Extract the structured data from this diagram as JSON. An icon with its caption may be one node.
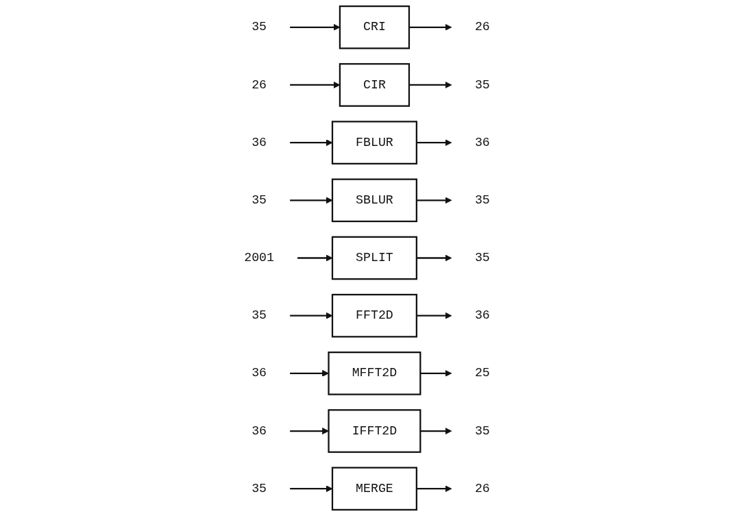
{
  "diagram": {
    "nodes": [
      {
        "text": [
          "35"
        ]
      },
      {
        "text": [
          "CRI"
        ]
      },
      {
        "text": [
          "26"
        ]
      },
      {
        "text": [
          "26"
        ]
      },
      {
        "text": [
          "CIR"
        ]
      },
      {
        "text": [
          "35"
        ]
      },
      {
        "text": [
          "36"
        ]
      },
      {
        "text": [
          "FBLUR"
        ]
      },
      {
        "text": [
          "36"
        ]
      },
      {
        "text": [
          "35"
        ]
      },
      {
        "text": [
          "SBLUR"
        ]
      },
      {
        "text": [
          "35"
        ]
      },
      {
        "text": [
          "2001"
        ]
      },
      {
        "text": [
          "SPLIT"
        ]
      },
      {
        "text": [
          "35"
        ]
      },
      {
        "text": [
          "35"
        ]
      },
      {
        "text": [
          "FFT2D"
        ]
      },
      {
        "text": [
          "36"
        ]
      },
      {
        "text": [
          "36"
        ]
      },
      {
        "text": [
          "MFFT2D"
        ]
      },
      {
        "text": [
          "25"
        ]
      },
      {
        "text": [
          "36"
        ]
      },
      {
        "text": [
          "IFFT2D"
        ]
      },
      {
        "text": [
          "35"
        ]
      },
      {
        "text": [
          "35"
        ]
      },
      {
        "text": [
          "MERGE"
        ]
      },
      {
        "text": [
          "26"
        ]
      }
    ],
    "edges": [
      {
        "from": 0,
        "to": 1,
        "arrow": "to"
      },
      {
        "from": 1,
        "to": 2,
        "arrow": "to"
      },
      {
        "from": 3,
        "to": 4,
        "arrow": "to"
      },
      {
        "from": 4,
        "to": 5,
        "arrow": "to"
      },
      {
        "from": 6,
        "to": 7,
        "arrow": "to"
      },
      {
        "from": 7,
        "to": 8,
        "arrow": "to"
      },
      {
        "from": 9,
        "to": 10,
        "arrow": "to"
      },
      {
        "from": 10,
        "to": 11,
        "arrow": "to"
      },
      {
        "from": 12,
        "to": 13,
        "arrow": "to"
      },
      {
        "from": 13,
        "to": 14,
        "arrow": "to"
      },
      {
        "from": 15,
        "to": 16,
        "arrow": "to"
      },
      {
        "from": 16,
        "to": 17,
        "arrow": "to"
      },
      {
        "from": 18,
        "to": 19,
        "arrow": "to"
      },
      {
        "from": 19,
        "to": 20,
        "arrow": "to"
      },
      {
        "from": 21,
        "to": 22,
        "arrow": "to"
      },
      {
        "from": 22,
        "to": 23,
        "arrow": "to"
      },
      {
        "from": 24,
        "to": 25,
        "arrow": "to"
      },
      {
        "from": 25,
        "to": 26,
        "arrow": "to"
      }
    ]
  }
}
